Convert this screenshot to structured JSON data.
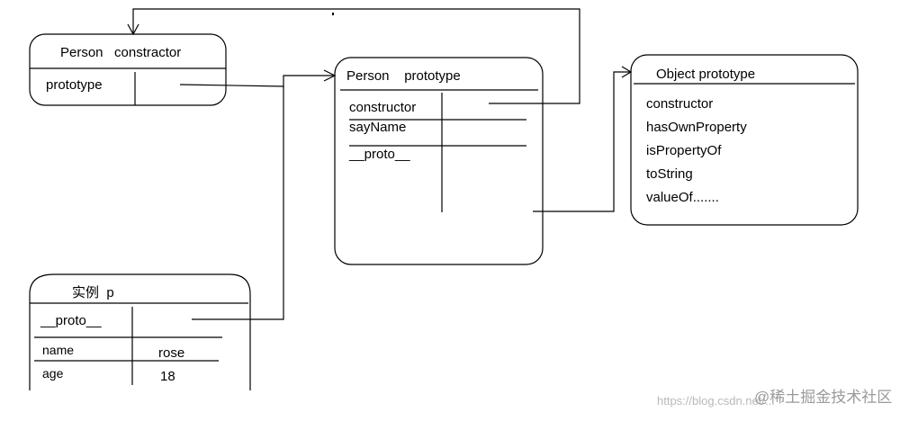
{
  "person_constructor": {
    "title": "Person   constractor",
    "row_label": "prototype"
  },
  "person_prototype": {
    "title": "Person    prototype",
    "rows": [
      "constructor",
      "sayName",
      "__proto__"
    ]
  },
  "object_prototype": {
    "title": "Object prototype",
    "items": [
      "constructor",
      "hasOwnProperty",
      "isPropertyOf",
      "toString",
      "valueOf......."
    ]
  },
  "instance_p": {
    "title": "实例  p",
    "proto_label": "__proto__",
    "fields": [
      {
        "key": "name",
        "value": "rose"
      },
      {
        "key": "age",
        "value": "18"
      }
    ]
  },
  "watermark": {
    "url": "https://blog.csdn.net/...",
    "brand": "@稀土掘金技术社区"
  }
}
